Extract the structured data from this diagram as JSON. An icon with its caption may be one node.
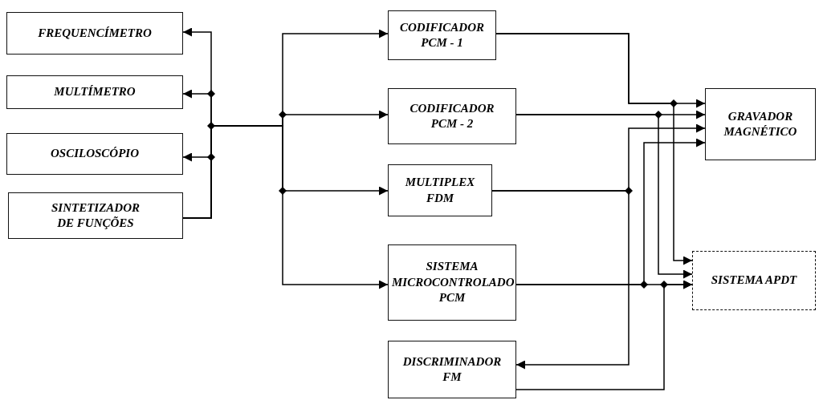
{
  "diagram": {
    "nodes": [
      {
        "text": [
          "FREQUENCÍMETRO"
        ]
      },
      {
        "text": [
          "MULTÍMETRO"
        ]
      },
      {
        "text": [
          "OSCILOSCÓPIO"
        ]
      },
      {
        "text": [
          "SINTETIZADOR DE FUNÇÕES"
        ]
      },
      {
        "text": [
          "CODIFICADOR PCM - 1"
        ]
      },
      {
        "text": [
          "CODIFICADOR PCM - 2"
        ]
      },
      {
        "text": [
          "MULTIPLEX FDM"
        ]
      },
      {
        "text": [
          "SISTEMA MICROCONTROLADO PCM"
        ]
      },
      {
        "text": [
          "DISCRIMINADOR FM"
        ]
      },
      {
        "text": [
          "GRAVADOR MAGNÉTICO"
        ]
      },
      {
        "text": [
          "SISTEMA APDT"
        ]
      }
    ],
    "edges": [
      {
        "from": 3,
        "to": 0,
        "arrow": "to"
      },
      {
        "from": 3,
        "to": 1,
        "arrow": "to"
      },
      {
        "from": 3,
        "to": 2,
        "arrow": "to"
      },
      {
        "from": 3,
        "to": 4,
        "arrow": "to"
      },
      {
        "from": 3,
        "to": 5,
        "arrow": "to"
      },
      {
        "from": 3,
        "to": 6,
        "arrow": "to"
      },
      {
        "from": 3,
        "to": 7,
        "arrow": "to"
      },
      {
        "from": 4,
        "to": 9,
        "arrow": "to"
      },
      {
        "from": 4,
        "to": 10,
        "arrow": "to"
      },
      {
        "from": 5,
        "to": 9,
        "arrow": "to"
      },
      {
        "from": 5,
        "to": 10,
        "arrow": "to"
      },
      {
        "from": 6,
        "to": 9,
        "arrow": "to"
      },
      {
        "from": 6,
        "to": 8,
        "arrow": "to"
      },
      {
        "from": 7,
        "to": 9,
        "arrow": "to"
      },
      {
        "from": 7,
        "to": 10,
        "arrow": "to"
      },
      {
        "from": 8,
        "to": 10,
        "arrow": "to"
      }
    ]
  }
}
